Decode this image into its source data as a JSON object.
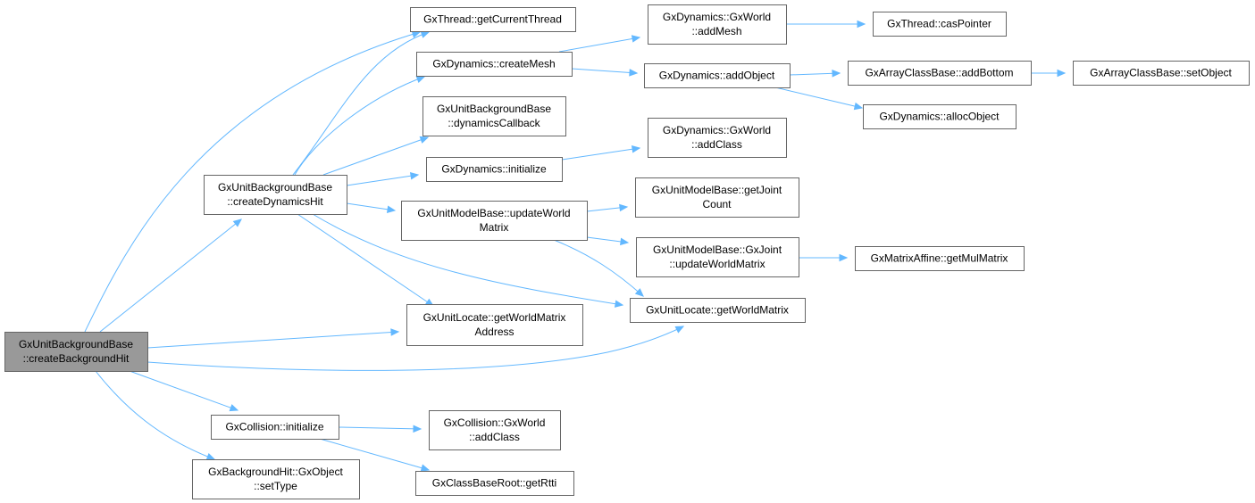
{
  "colors": {
    "edge": "#63b8ff",
    "root_fill": "#999999",
    "node_fill": "#ffffff",
    "node_border": "#666666"
  },
  "nodes": [
    {
      "id": "root",
      "lines": [
        "GxUnitBackgroundBase",
        "::createBackgroundHit"
      ],
      "root": true
    },
    {
      "id": "getCurrentThread",
      "lines": [
        "GxThread::getCurrentThread"
      ]
    },
    {
      "id": "createDynamicsHit",
      "lines": [
        "GxUnitBackgroundBase",
        "::createDynamicsHit"
      ]
    },
    {
      "id": "getWorldMatrixAddress",
      "lines": [
        "GxUnitLocate::getWorldMatrix",
        "Address"
      ]
    },
    {
      "id": "getWorldMatrix",
      "lines": [
        "GxUnitLocate::getWorldMatrix"
      ]
    },
    {
      "id": "collisionInitialize",
      "lines": [
        "GxCollision::initialize"
      ]
    },
    {
      "id": "setType",
      "lines": [
        "GxBackgroundHit::GxObject",
        "::setType"
      ]
    },
    {
      "id": "createMesh",
      "lines": [
        "GxDynamics::createMesh"
      ]
    },
    {
      "id": "dynamicsCallback",
      "lines": [
        "GxUnitBackgroundBase",
        "::dynamicsCallback"
      ]
    },
    {
      "id": "dynamicsInitialize",
      "lines": [
        "GxDynamics::initialize"
      ]
    },
    {
      "id": "updateWorldMatrix",
      "lines": [
        "GxUnitModelBase::updateWorld",
        "Matrix"
      ]
    },
    {
      "id": "addMesh",
      "lines": [
        "GxDynamics::GxWorld",
        "::addMesh"
      ]
    },
    {
      "id": "addObject",
      "lines": [
        "GxDynamics::addObject"
      ]
    },
    {
      "id": "dynAddClass",
      "lines": [
        "GxDynamics::GxWorld",
        "::addClass"
      ]
    },
    {
      "id": "getJointCount",
      "lines": [
        "GxUnitModelBase::getJoint",
        "Count"
      ]
    },
    {
      "id": "jointUpdateWorldMatrix",
      "lines": [
        "GxUnitModelBase::GxJoint",
        "::updateWorldMatrix"
      ]
    },
    {
      "id": "casPointer",
      "lines": [
        "GxThread::casPointer"
      ]
    },
    {
      "id": "addBottom",
      "lines": [
        "GxArrayClassBase::addBottom"
      ]
    },
    {
      "id": "allocObject",
      "lines": [
        "GxDynamics::allocObject"
      ]
    },
    {
      "id": "setObject",
      "lines": [
        "GxArrayClassBase::setObject"
      ]
    },
    {
      "id": "getMulMatrix",
      "lines": [
        "GxMatrixAffine::getMulMatrix"
      ]
    },
    {
      "id": "colAddClass",
      "lines": [
        "GxCollision::GxWorld",
        "::addClass"
      ]
    },
    {
      "id": "getRtti",
      "lines": [
        "GxClassBaseRoot::getRtti"
      ]
    }
  ],
  "edges": [
    {
      "from": "root",
      "to": "getCurrentThread"
    },
    {
      "from": "root",
      "to": "createDynamicsHit"
    },
    {
      "from": "root",
      "to": "getWorldMatrixAddress"
    },
    {
      "from": "root",
      "to": "getWorldMatrix"
    },
    {
      "from": "root",
      "to": "collisionInitialize"
    },
    {
      "from": "root",
      "to": "setType"
    },
    {
      "from": "createDynamicsHit",
      "to": "getCurrentThread"
    },
    {
      "from": "createDynamicsHit",
      "to": "createMesh"
    },
    {
      "from": "createDynamicsHit",
      "to": "dynamicsCallback"
    },
    {
      "from": "createDynamicsHit",
      "to": "dynamicsInitialize"
    },
    {
      "from": "createDynamicsHit",
      "to": "updateWorldMatrix"
    },
    {
      "from": "createDynamicsHit",
      "to": "getWorldMatrixAddress"
    },
    {
      "from": "createDynamicsHit",
      "to": "getWorldMatrix"
    },
    {
      "from": "createMesh",
      "to": "addMesh"
    },
    {
      "from": "createMesh",
      "to": "addObject"
    },
    {
      "from": "addMesh",
      "to": "casPointer"
    },
    {
      "from": "addObject",
      "to": "addBottom"
    },
    {
      "from": "addObject",
      "to": "allocObject"
    },
    {
      "from": "addBottom",
      "to": "setObject"
    },
    {
      "from": "dynamicsInitialize",
      "to": "dynAddClass"
    },
    {
      "from": "updateWorldMatrix",
      "to": "getJointCount"
    },
    {
      "from": "updateWorldMatrix",
      "to": "jointUpdateWorldMatrix"
    },
    {
      "from": "updateWorldMatrix",
      "to": "getWorldMatrix"
    },
    {
      "from": "jointUpdateWorldMatrix",
      "to": "getMulMatrix"
    },
    {
      "from": "collisionInitialize",
      "to": "colAddClass"
    },
    {
      "from": "collisionInitialize",
      "to": "getRtti"
    }
  ]
}
